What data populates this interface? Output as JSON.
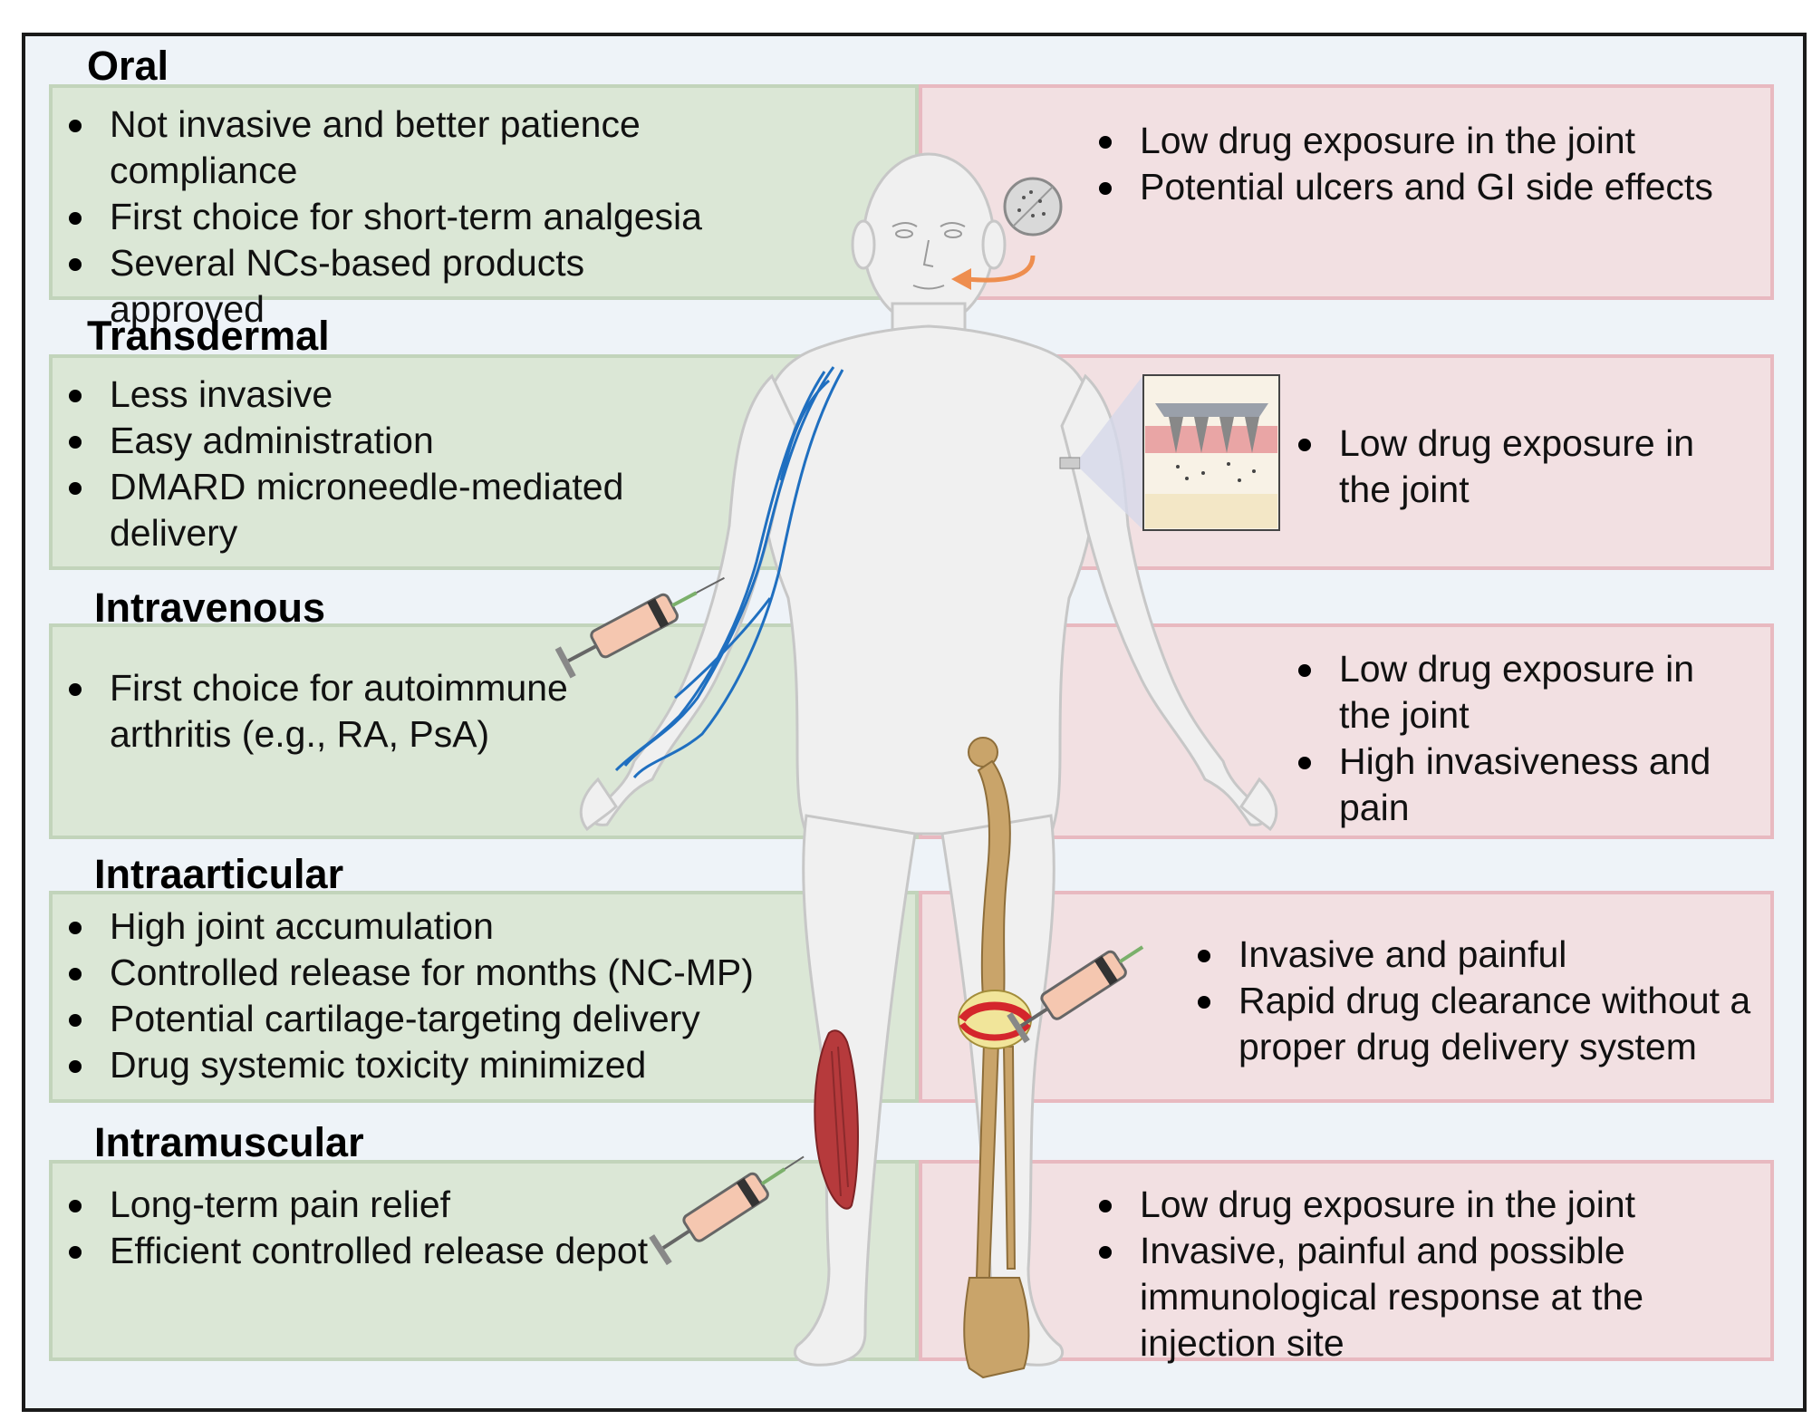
{
  "routes": [
    {
      "title": "Oral",
      "advantages": [
        "Not invasive and better patience compliance",
        "First choice for short-term analgesia",
        "Several NCs-based products approved"
      ],
      "disadvantages": [
        "Low drug exposure in the joint",
        "Potential ulcers and GI side effects"
      ]
    },
    {
      "title": "Transdermal",
      "advantages": [
        "Less invasive",
        "Easy administration",
        "DMARD microneedle-mediated delivery"
      ],
      "disadvantages": [
        "Low drug exposure in the joint"
      ]
    },
    {
      "title": "Intravenous",
      "advantages": [
        "First choice for autoimmune arthritis (e.g., RA, PsA)"
      ],
      "disadvantages": [
        "Low drug exposure in the joint",
        "High invasiveness and pain"
      ]
    },
    {
      "title": "Intraarticular",
      "advantages": [
        "High joint accumulation",
        "Controlled release for months (NC-MP)",
        "Potential cartilage-targeting delivery",
        "Drug systemic toxicity minimized"
      ],
      "disadvantages": [
        "Invasive and painful",
        "Rapid drug clearance without a proper drug delivery system"
      ]
    },
    {
      "title": "Intramuscular",
      "advantages": [
        "Long-term pain relief",
        "Efficient controlled release depot"
      ],
      "disadvantages": [
        "Low drug exposure in the joint",
        "Invasive, painful and possible immunological response at the injection site"
      ]
    }
  ],
  "colors": {
    "advantage_panel": "#dbe7d6",
    "disadvantage_panel": "#f2e0e2",
    "body": "#f0f0f0",
    "veins": "#1f6fc0",
    "muscle": "#b63a3c",
    "bone": "#c9a46a",
    "arrow": "#ee8e4f"
  }
}
